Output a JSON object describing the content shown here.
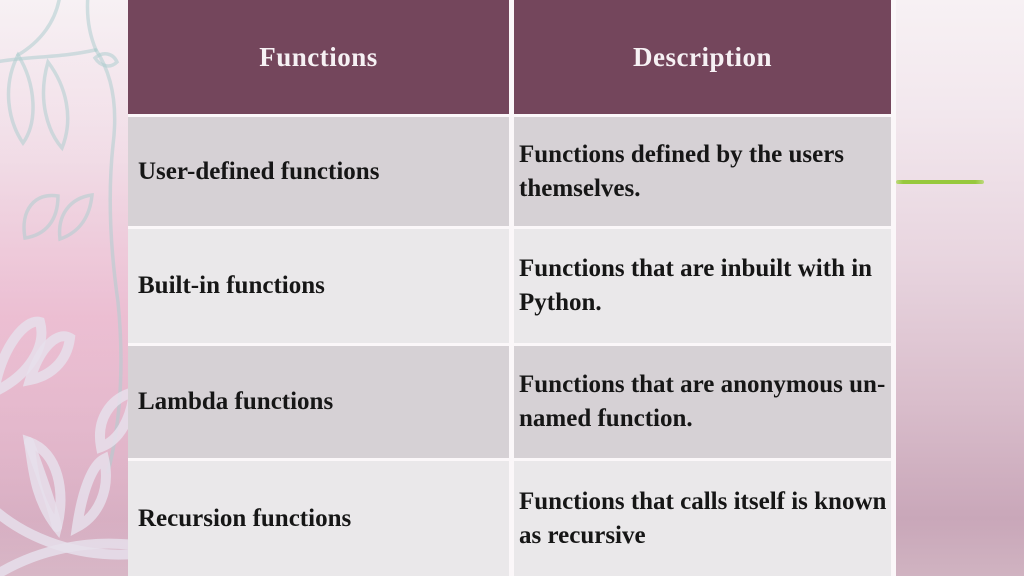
{
  "slide": {
    "kind": "presentation-table-slide",
    "accent_line_color": "#97c83d",
    "header_bg_color": "#74465c",
    "header_text_color": "#f6f1f4",
    "row_bg_colors": [
      "#d6d1d5",
      "#eae8ea"
    ],
    "body_text_color": "#161616",
    "table": {
      "headers": [
        {
          "label": "Functions"
        },
        {
          "label": "Description"
        }
      ],
      "rows": [
        {
          "function": "User-defined functions",
          "description": "Functions defined by the users themselves."
        },
        {
          "function": "Built-in functions",
          "description": "Functions that are inbuilt with in Python."
        },
        {
          "function": "Lambda functions",
          "description": "Functions that are anonymous un-named function."
        },
        {
          "function": "Recursion functions",
          "description": "Functions that calls itself is known as recursive"
        }
      ]
    }
  }
}
